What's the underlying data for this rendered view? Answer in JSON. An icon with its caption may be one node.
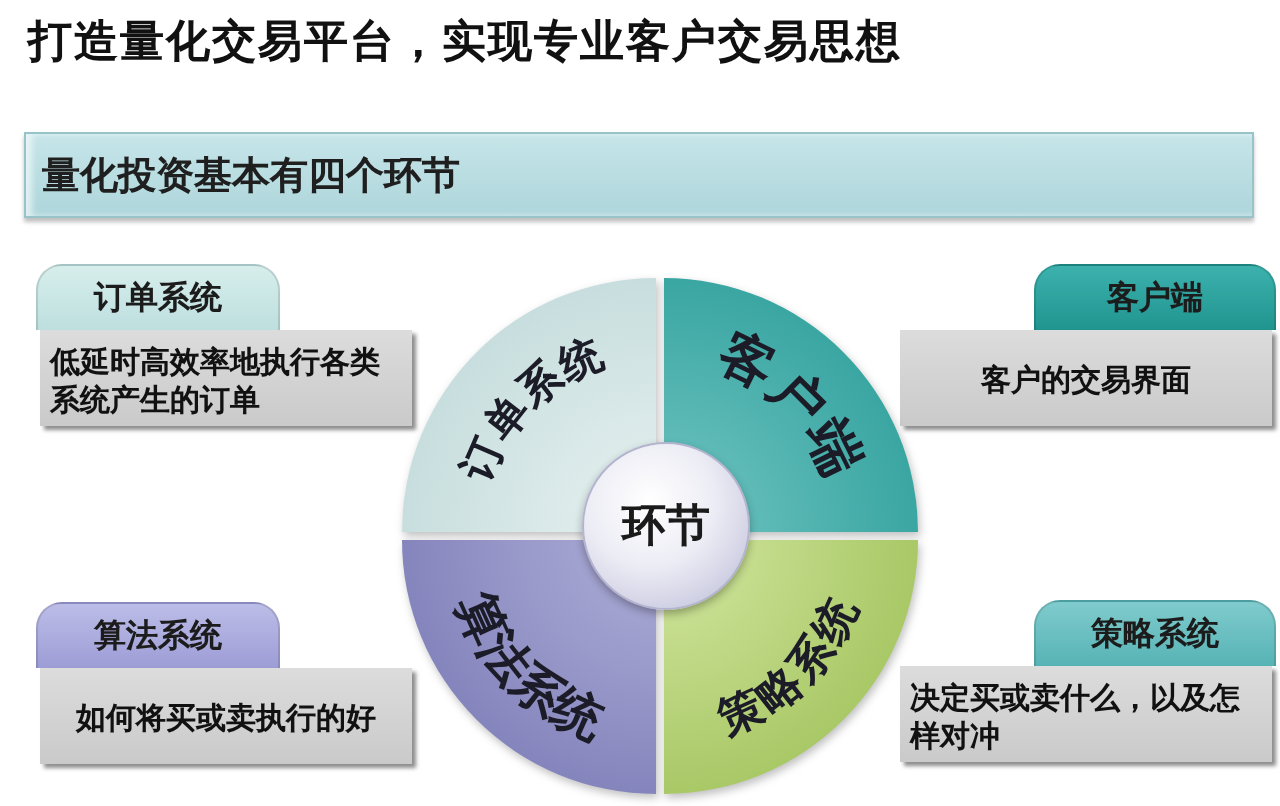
{
  "diagram": {
    "title": "打造量化交易平台，实现专业客户交易思想",
    "nodes": [
      {
        "text": [
          "量化投资基本有四个环节"
        ]
      },
      {
        "text": [
          "订单系统",
          "低延时高效率地执行各类系统产生的订单"
        ]
      },
      {
        "text": [
          "客户端",
          "客户的交易界面"
        ]
      },
      {
        "text": [
          "订单系统"
        ]
      },
      {
        "text": [
          "客户端"
        ]
      },
      {
        "text": [
          "环节"
        ]
      },
      {
        "text": [
          "算法系统"
        ]
      },
      {
        "text": [
          "策略系统"
        ]
      },
      {
        "text": [
          "算法系统",
          "如何将买或卖执行的好"
        ]
      },
      {
        "text": [
          "策略系统",
          "决定买或卖什么，以及怎样对冲"
        ]
      }
    ]
  }
}
